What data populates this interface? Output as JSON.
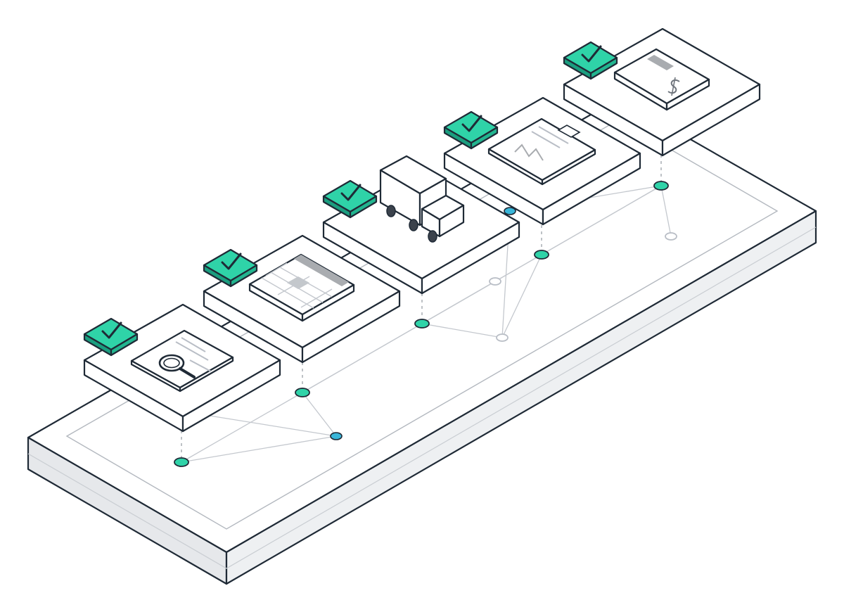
{
  "colors": {
    "stroke": "#1f2a36",
    "face": "#ffffff",
    "side": "#e6e8eb",
    "side_dark": "#d3d7dc",
    "accent": "#2fd3a8",
    "accent_dark": "#1a9e7f",
    "blue_node": "#39b6d9",
    "muted": "#b9bec6",
    "doc_fill": "#a9acb0"
  },
  "steps": [
    {
      "id": "step-1",
      "icon": "document-magnifier-icon",
      "status": "checked"
    },
    {
      "id": "step-2",
      "icon": "spreadsheet-icon",
      "status": "checked"
    },
    {
      "id": "step-3",
      "icon": "delivery-truck-icon",
      "status": "checked"
    },
    {
      "id": "step-4",
      "icon": "signed-document-icon",
      "status": "checked"
    },
    {
      "id": "step-5",
      "icon": "invoice-dollar-icon",
      "status": "checked"
    }
  ]
}
